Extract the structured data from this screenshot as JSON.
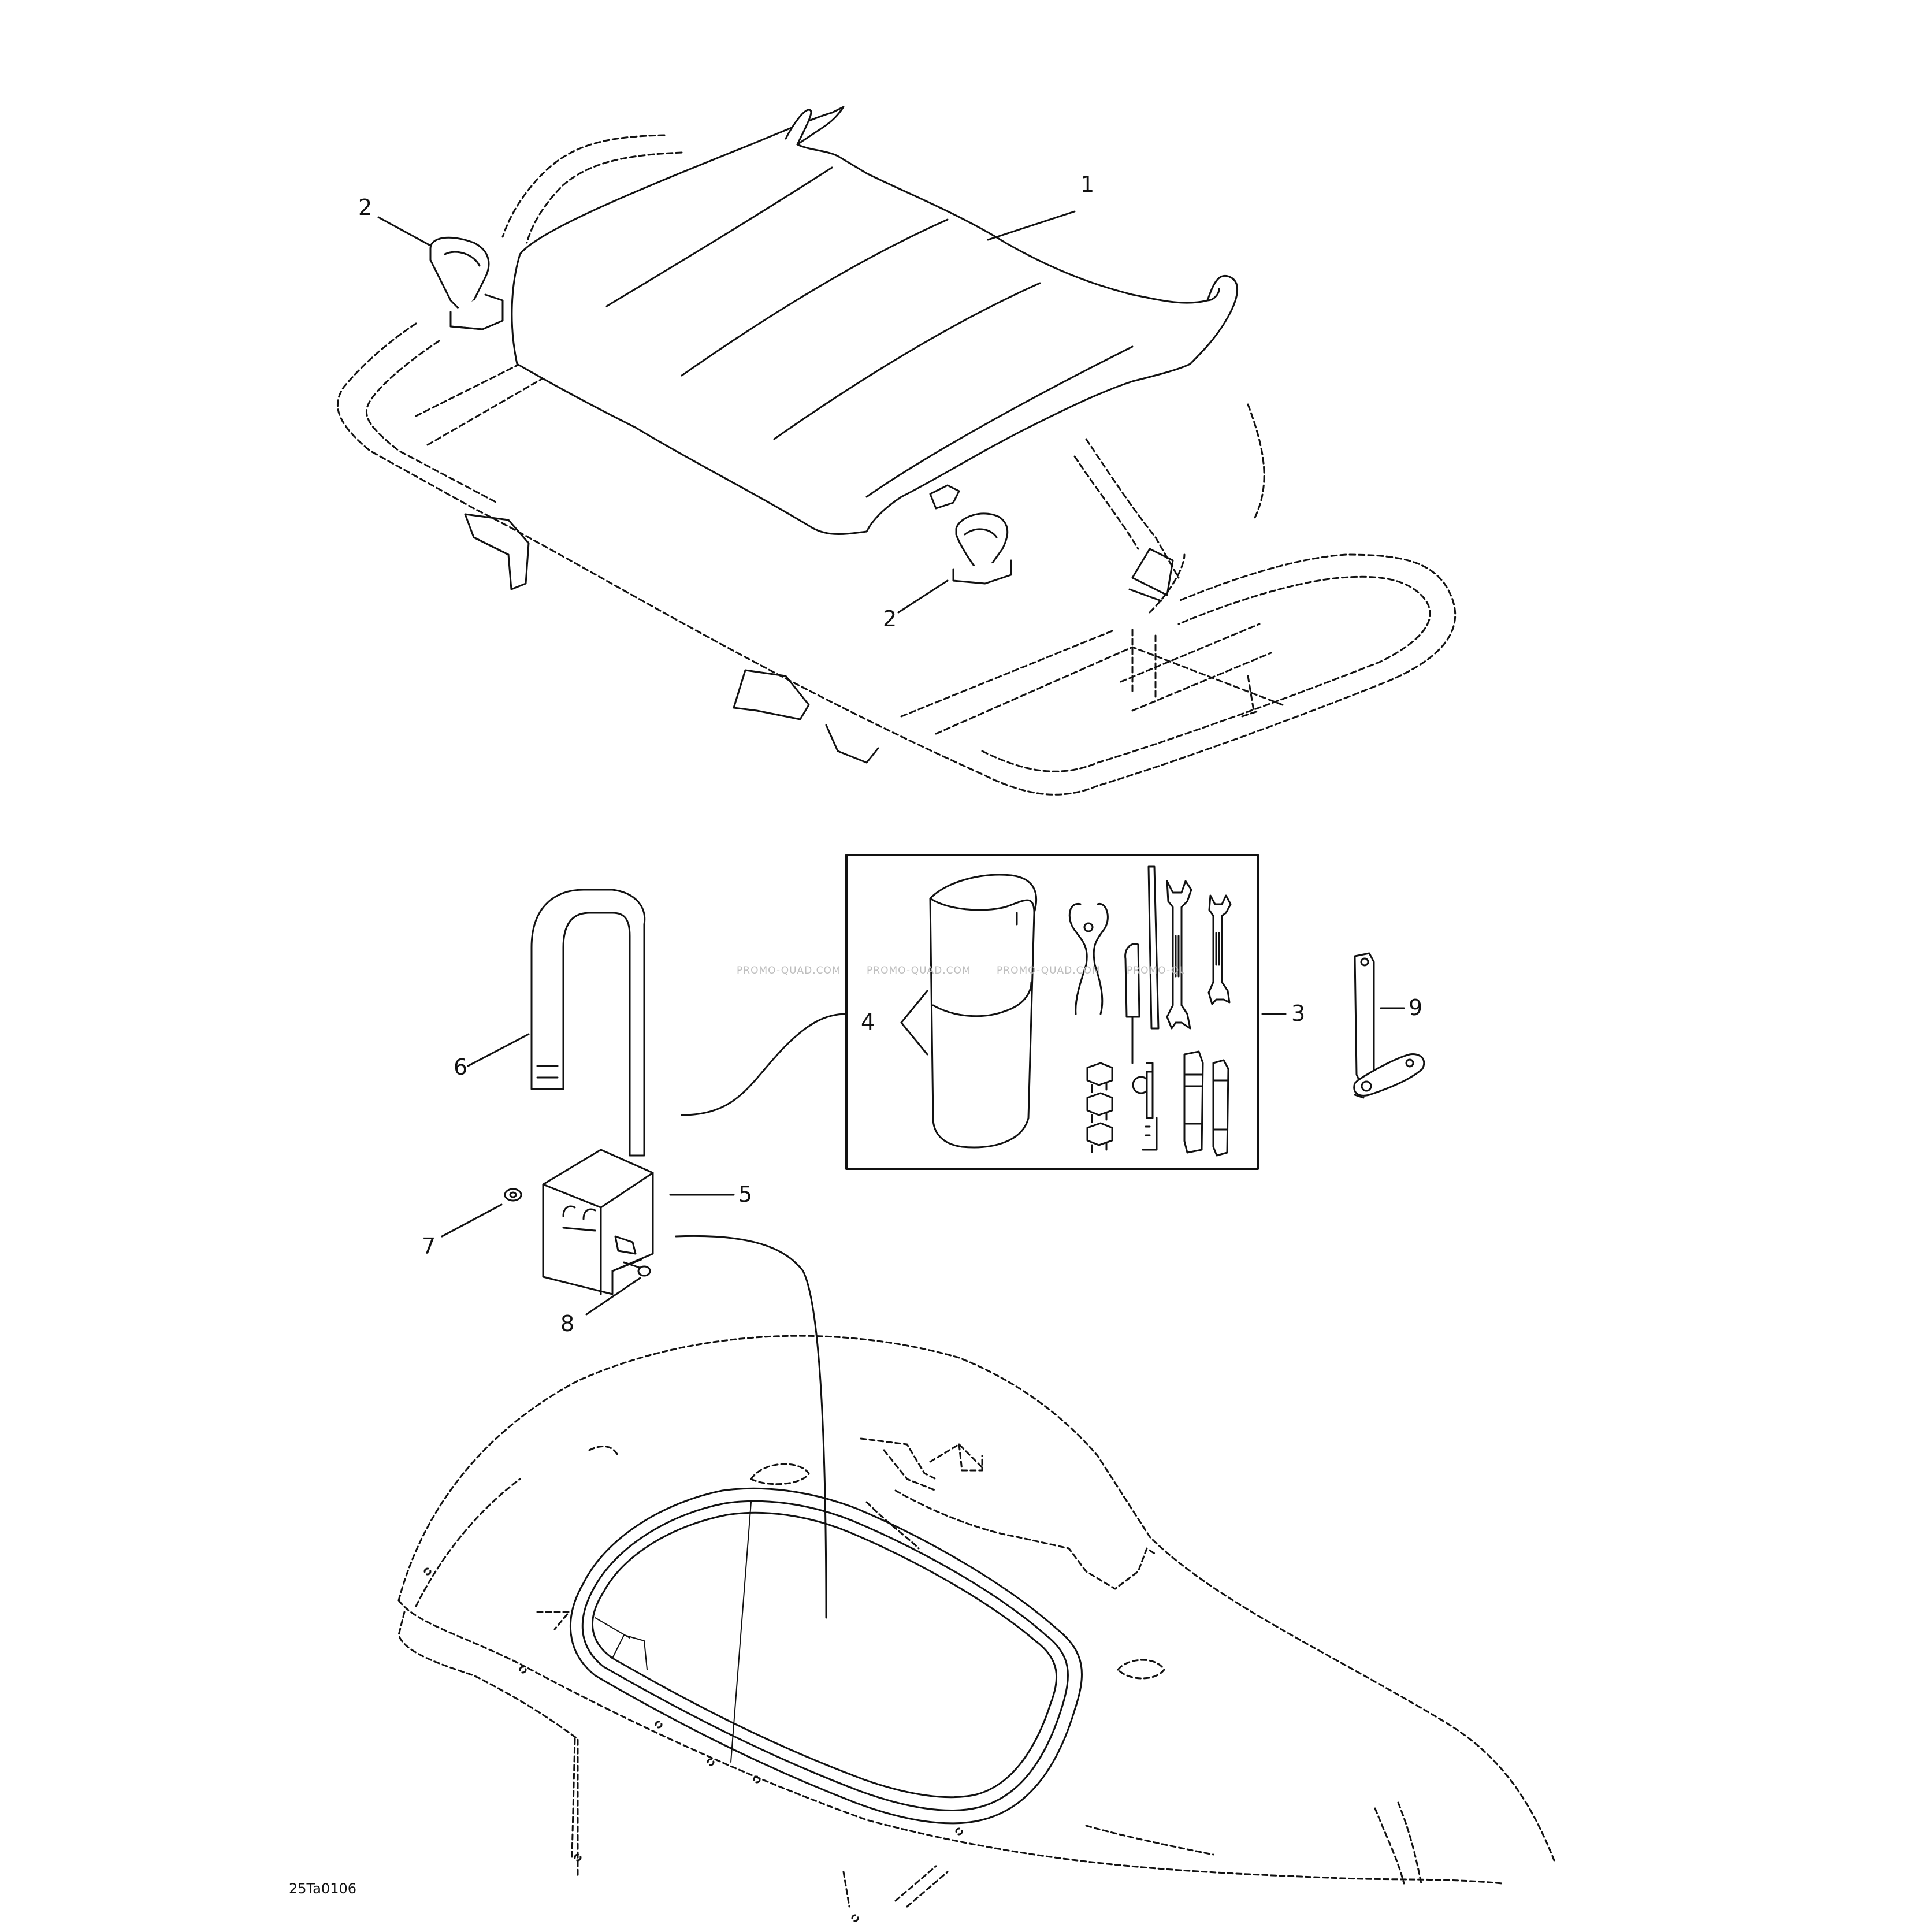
{
  "callouts": {
    "c1": "1",
    "c2a": "2",
    "c2b": "2",
    "c3": "3",
    "c4": "4",
    "c5": "5",
    "c6": "6",
    "c7": "7",
    "c8": "8",
    "c9": "9"
  },
  "reference_code": "25Ta0106",
  "watermark": "PROMO-QUAD.COM",
  "colors": {
    "ink": "#111111",
    "watermark": "#bdbdbd",
    "background": "#ffffff"
  }
}
